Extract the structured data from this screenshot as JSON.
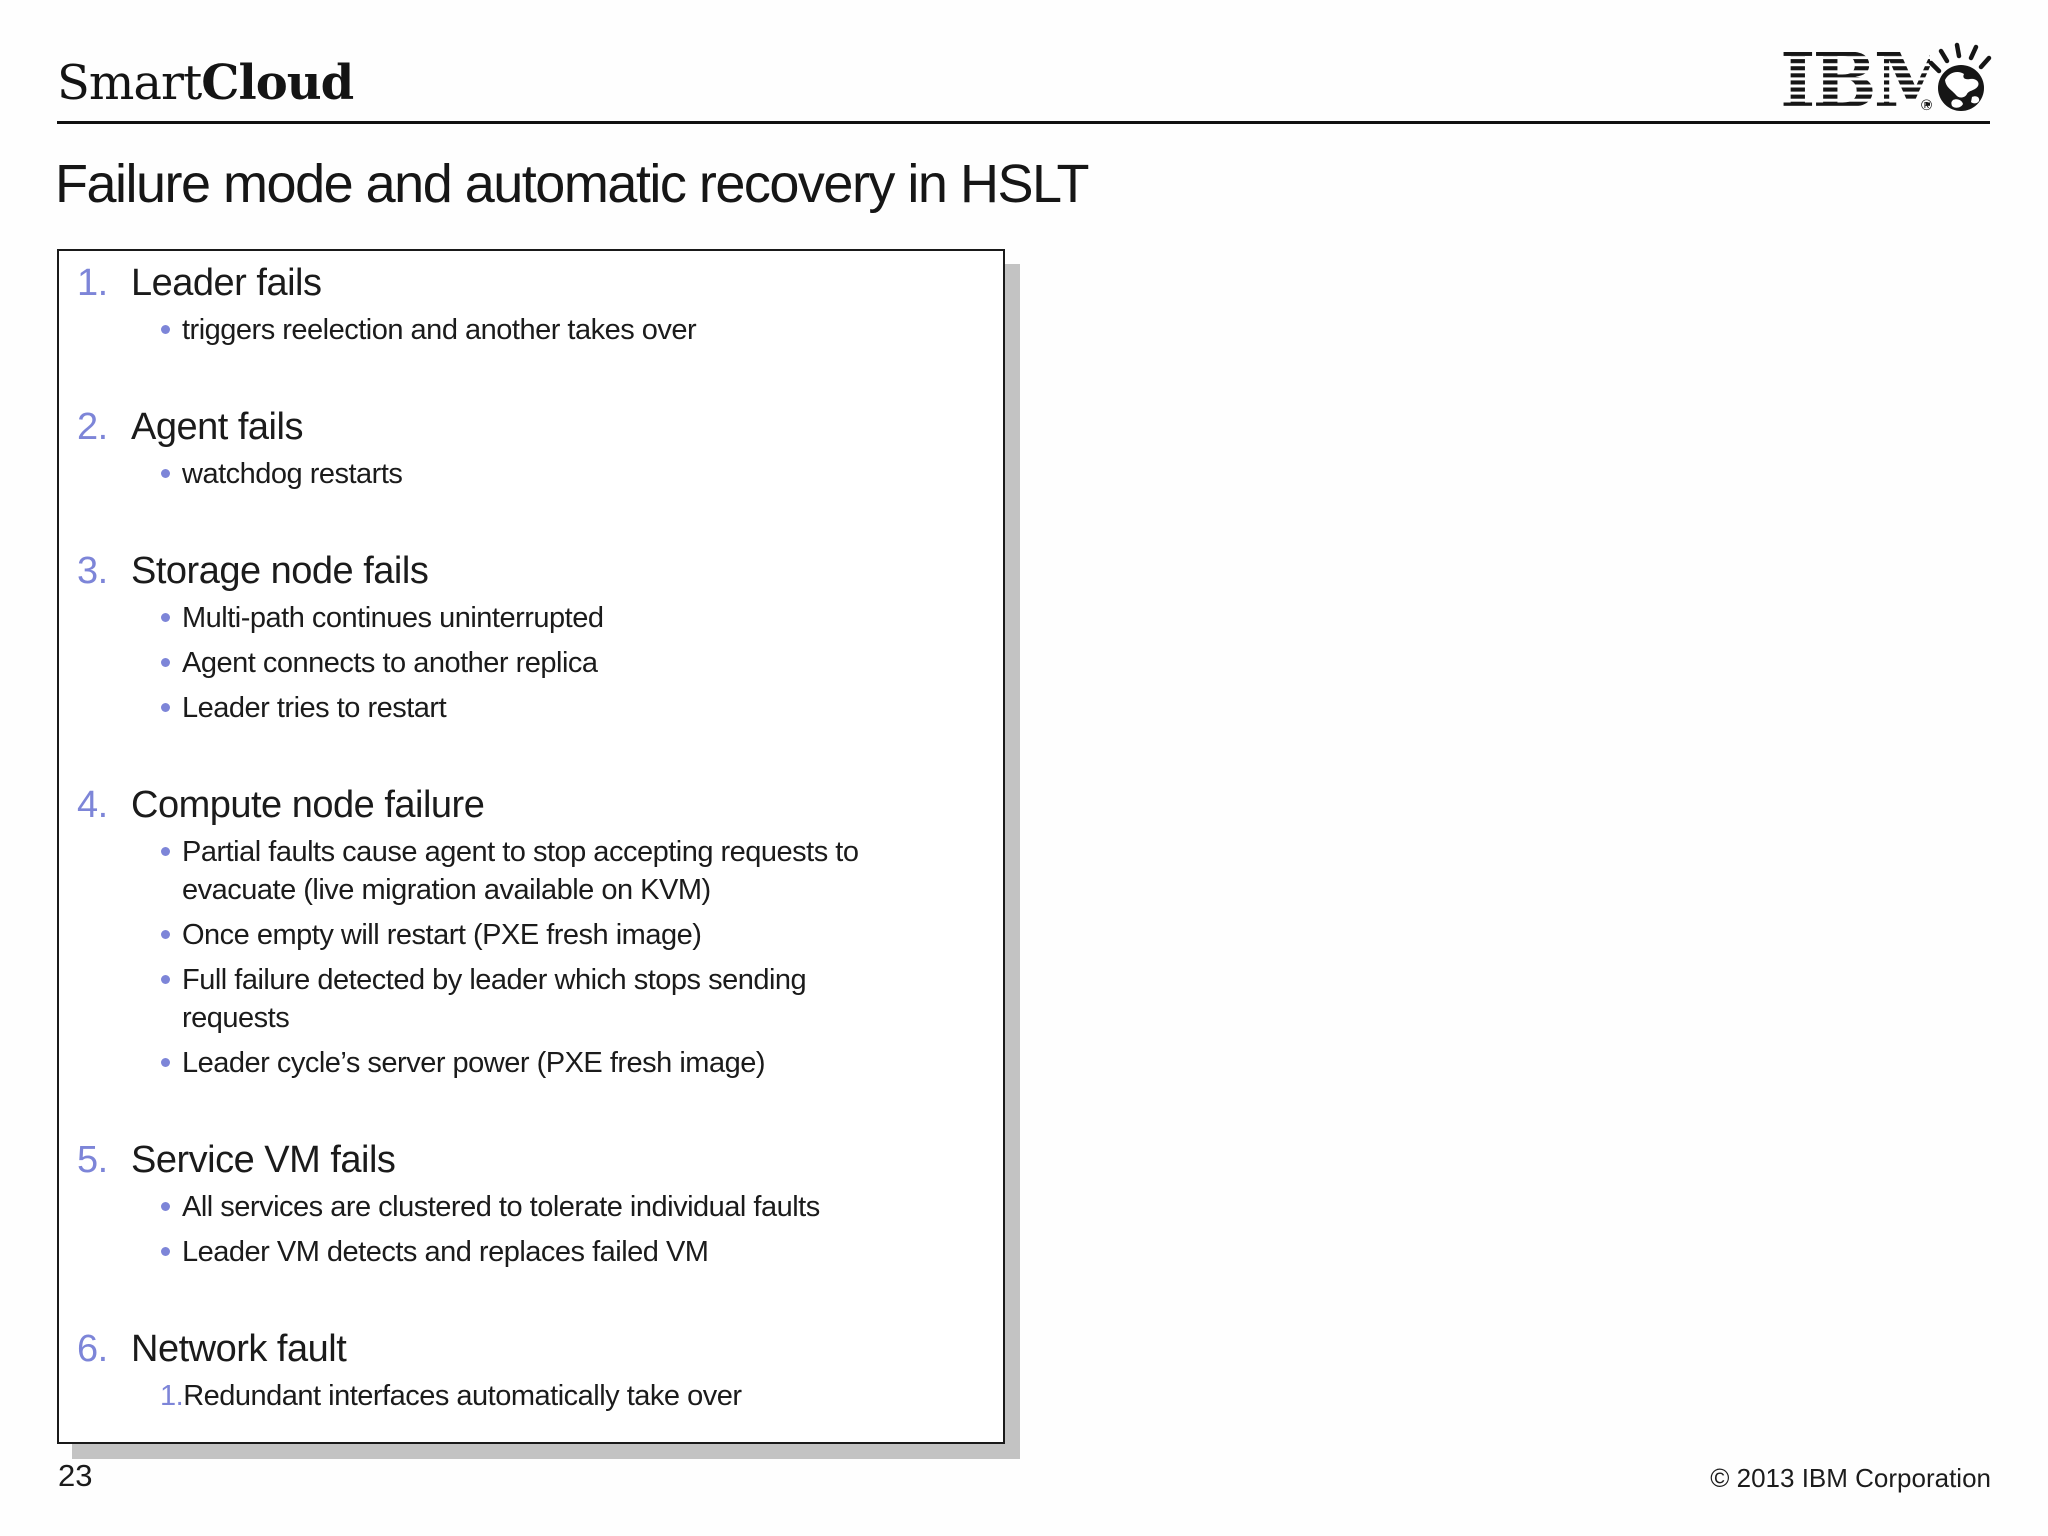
{
  "header": {
    "brand": {
      "regular": "Smart",
      "bold": "Cloud"
    },
    "ibm": {
      "text": "IBM",
      "reg_mark": "®"
    }
  },
  "title": "Failure mode and automatic recovery in HSLT",
  "failure_list": {
    "items": [
      {
        "number": "1.",
        "label": "Leader fails",
        "bullets": [
          "triggers reelection and another takes over"
        ]
      },
      {
        "number": "2.",
        "label": "Agent fails",
        "bullets": [
          "watchdog restarts"
        ]
      },
      {
        "number": "3.",
        "label": "Storage node fails",
        "bullets": [
          "Multi-path continues uninterrupted",
          "Agent connects to another replica",
          "Leader tries to restart"
        ]
      },
      {
        "number": "4.",
        "label": "Compute node failure",
        "bullets": [
          "Partial faults cause agent to stop accepting requests to evacuate (live migration available on KVM)",
          "Once empty will restart (PXE fresh image)",
          "Full failure detected by leader which stops sending requests",
          "Leader cycle’s server power (PXE fresh image)"
        ]
      },
      {
        "number": "5.",
        "label": "Service VM fails",
        "bullets": [
          "All services are clustered to tolerate individual faults",
          "Leader VM detects and replaces failed VM"
        ]
      },
      {
        "number": "6.",
        "label": "Network fault",
        "sub_items": [
          {
            "number": "1.",
            "text": "Redundant interfaces automatically take over"
          }
        ]
      }
    ]
  },
  "footer": {
    "page_number": "23",
    "copyright": "© 2013 IBM Corporation"
  },
  "colors": {
    "accent": "#7d85d8",
    "text": "#1b1b1b",
    "rule": "#111111",
    "box-border": "#1a1a1a",
    "box-shadow": "#c3c3c3"
  }
}
